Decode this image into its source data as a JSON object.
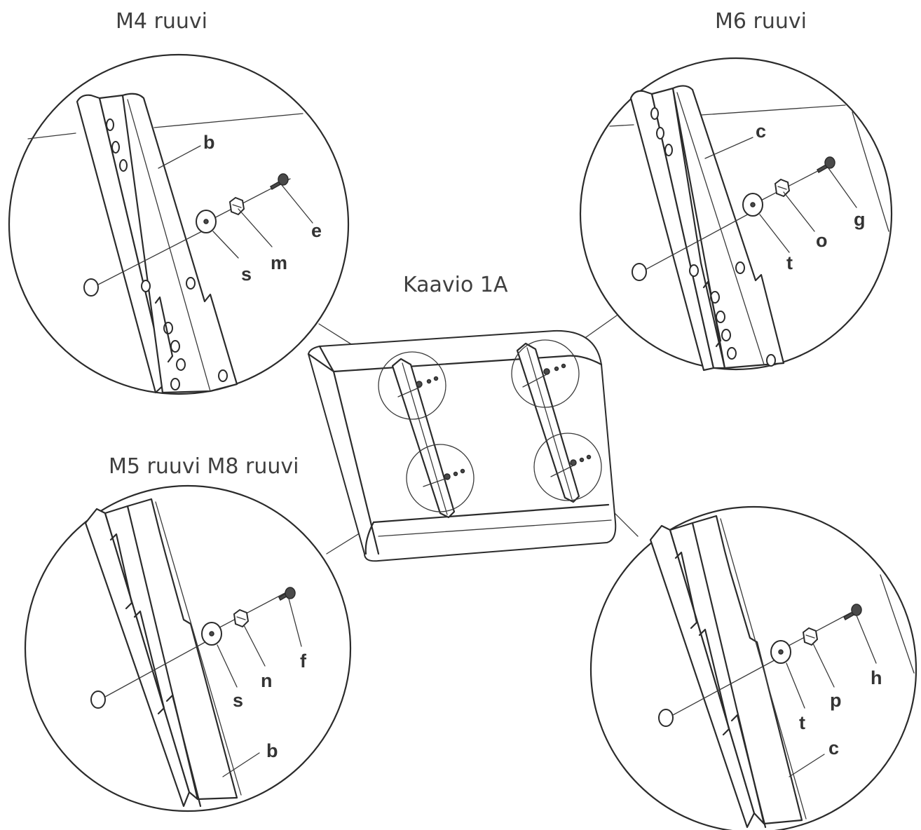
{
  "title": "Kaavio 1A",
  "captions": {
    "top_left": "M4 ruuvi",
    "top_right": "M6 ruuvi",
    "bottom_left": "M5 ruuvi M8 ruuvi"
  },
  "details": {
    "top_left": {
      "rail": "b",
      "washer": "s",
      "spacer": "m",
      "screw": "e"
    },
    "top_right": {
      "rail": "c",
      "washer": "t",
      "spacer": "o",
      "screw": "g"
    },
    "bottom_left": {
      "rail": "b",
      "washer": "s",
      "spacer": "n",
      "screw": "f"
    },
    "bottom_right": {
      "rail": "c",
      "washer": "t",
      "spacer": "p",
      "screw": "h"
    }
  }
}
